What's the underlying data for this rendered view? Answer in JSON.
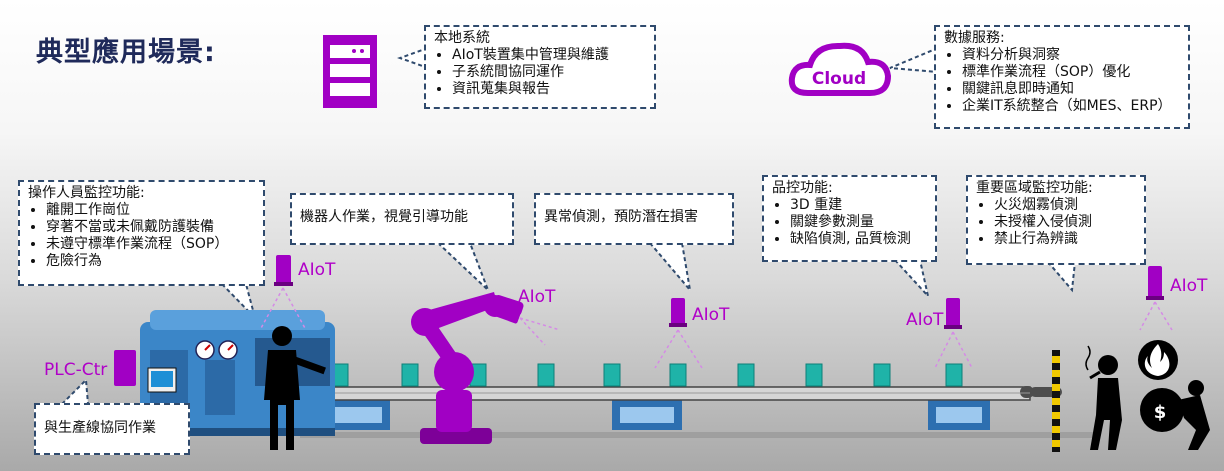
{
  "title": "典型應用場景:",
  "local_system": {
    "heading": "本地系統",
    "items": [
      "AIoT裝置集中管理與維護",
      "子系統間協同運作",
      "資訊蒐集與報告"
    ]
  },
  "cloud": {
    "label": "Cloud",
    "heading": "數據服務:",
    "items": [
      "資料分析與洞察",
      "標準作業流程（SOP）優化",
      "關鍵訊息即時通知",
      "企業IT系統整合（如MES、ERP）"
    ]
  },
  "operator": {
    "heading": "操作人員監控功能:",
    "items": [
      "離開工作崗位",
      "穿著不當或未佩戴防護裝備",
      "未遵守標準作業流程（SOP）",
      "危險行為"
    ]
  },
  "robot": {
    "text": "機器人作業，視覺引導功能"
  },
  "anomaly": {
    "text": "異常偵測，預防潛在損害"
  },
  "quality": {
    "heading": "品控功能:",
    "items": [
      "3D 重建",
      "關鍵參數測量",
      "缺陷偵測, 品質檢測"
    ]
  },
  "zone": {
    "heading": "重要區域監控功能:",
    "items": [
      "火災烟霧偵測",
      "未授權入侵偵測",
      "禁止行為辨識"
    ]
  },
  "plc": {
    "label": "PLC-Ctr",
    "callout": "與生產線協同作業"
  },
  "aiot_label": "AIoT",
  "colors": {
    "purple": "#b000c8",
    "navy": "#1f2a5a",
    "teal": "#18b3a8",
    "machine_blue": "#3b86c8"
  }
}
